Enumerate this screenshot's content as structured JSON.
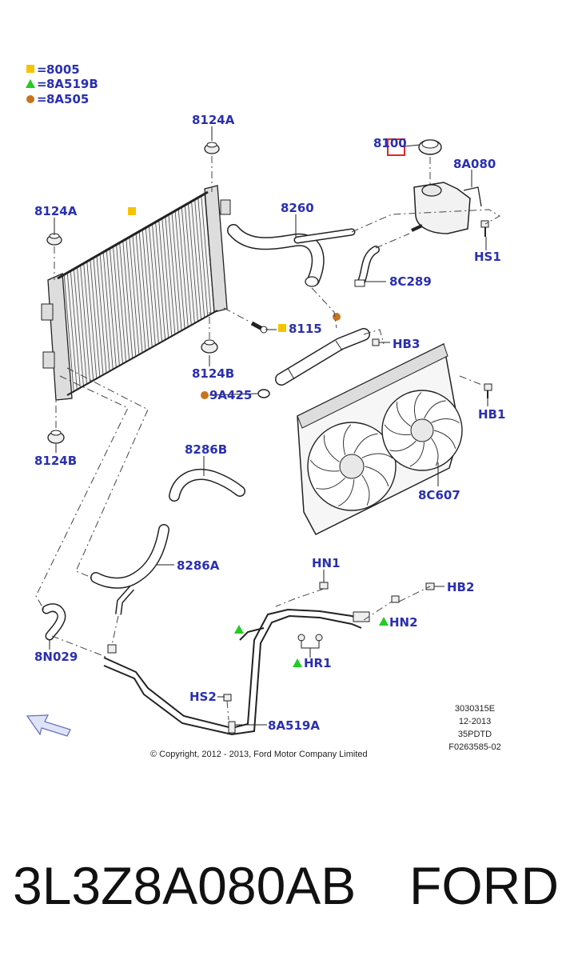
{
  "legend": [
    {
      "code": "8005",
      "symbol": "square",
      "color": "#f5c400"
    },
    {
      "code": "8A519B",
      "symbol": "triangle",
      "color": "#22cc22"
    },
    {
      "code": "8A505",
      "symbol": "circle",
      "color": "#c8741e"
    }
  ],
  "legend_eq": "=",
  "labels": {
    "l_8124a_top": "8124A",
    "l_8124a_left": "8124A",
    "l_8100": "8100",
    "l_8a080": "8A080",
    "l_8260": "8260",
    "l_hs1": "HS1",
    "l_8c289": "8C289",
    "l_8115": "8115",
    "l_hb3": "HB3",
    "l_8124b_mid": "8124B",
    "l_9a425": "9A425",
    "l_hb1": "HB1",
    "l_8124b_low": "8124B",
    "l_8286b": "8286B",
    "l_8c607": "8C607",
    "l_8286a": "8286A",
    "l_hn1": "HN1",
    "l_hb2": "HB2",
    "l_hn2": "HN2",
    "l_8n029": "8N029",
    "l_hr1": "HR1",
    "l_hs2": "HS2",
    "l_8a519a": "8A519A"
  },
  "meta": [
    "3030315E",
    "12-2013",
    "35PDTD",
    "F0263585-02"
  ],
  "copyright": "© Copyright, 2012 - 2013, Ford Motor Company Limited",
  "part_number": "3L3Z8A080AB",
  "brand": "FORD",
  "highlight_color": "#e0262a",
  "label_color": "#2a2fb0"
}
